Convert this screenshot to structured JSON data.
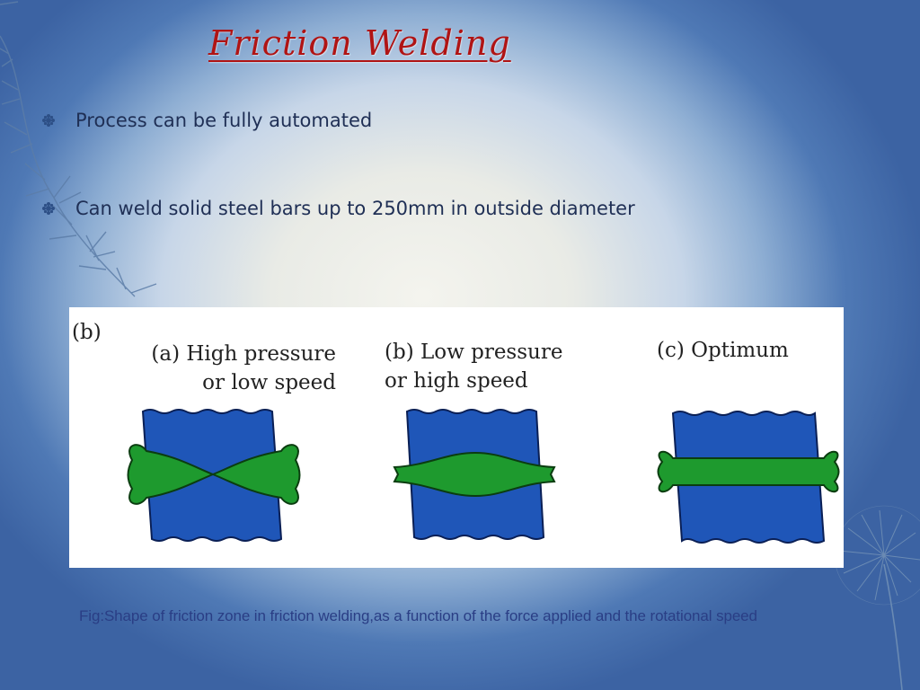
{
  "slide": {
    "title": "Friction Welding",
    "bullets": [
      "Process can be fully automated",
      "Can weld solid steel bars up to 250mm in outside diameter"
    ],
    "bullet_icon": "flower-bullet-icon",
    "figure": {
      "tag": "(b)",
      "panels": [
        {
          "label": "(a) High pressure\nor low speed"
        },
        {
          "label": "(b) Low pressure\nor high speed"
        },
        {
          "label": "(c) Optimum"
        }
      ],
      "colors": {
        "bar": "#1f56b8",
        "weld_zone": "#1e9a2e"
      }
    },
    "caption": "Fig:Shape of friction zone in friction welding,as a function of the force applied and the rotational speed"
  },
  "theme": {
    "title_color": "#b01414",
    "text_color": "#1f2f55",
    "caption_color": "#2a3e85"
  }
}
